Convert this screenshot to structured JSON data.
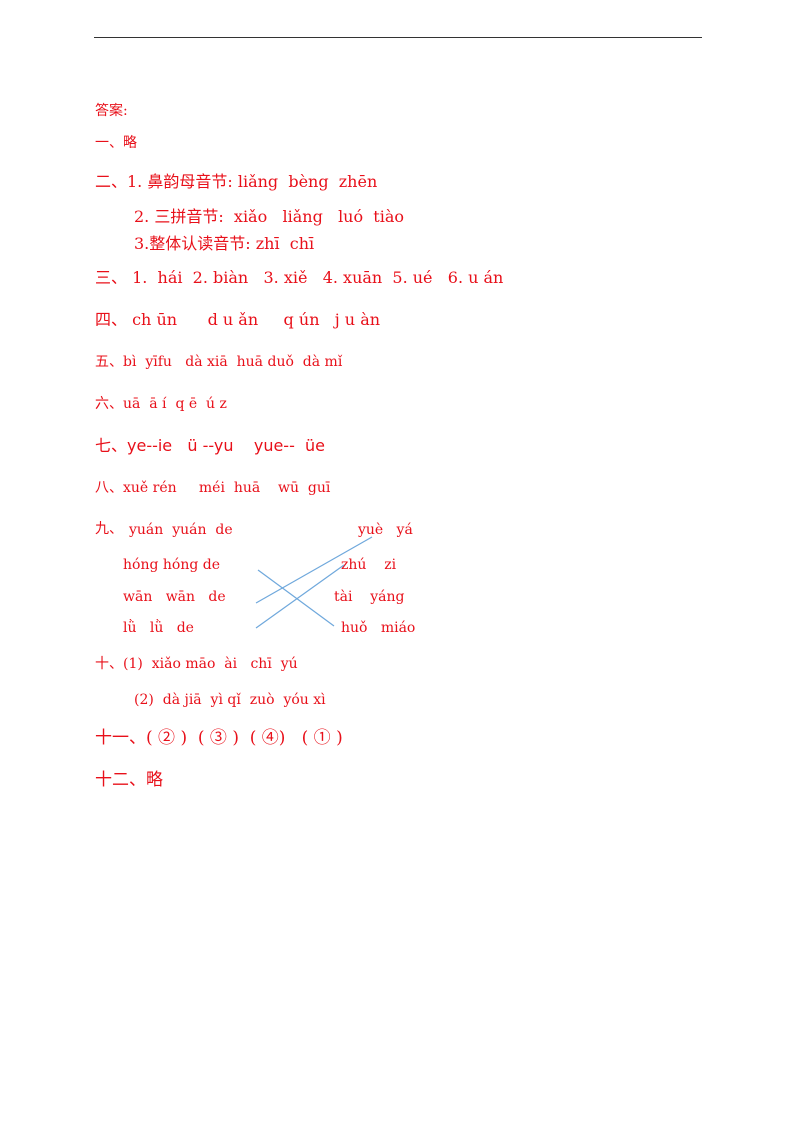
{
  "header": {
    "answer_label": "答案:"
  },
  "answers": {
    "q1": "一、略",
    "q2": {
      "line1": "二、1. 鼻韵母音节: liǎng  bèng  zhēn",
      "line2": "2. 三拼音节:  xiǎo   liǎng   luó  tiào",
      "line3": "3.整体认读音节: zhī  chī"
    },
    "q3": "三、 1.  hái  2. biàn   3. xiě   4. xuān  5. ué   6. u án",
    "q4": "四、 ch ūn      d u ǎn     q ún   j u àn",
    "q5": "五、bì  yīfu   dà xiā  huā duǒ  dà mǐ",
    "q6": "六、uā  ā í  q ē  ú z",
    "q7": "七、ye--ie   ü --yu    yue--  üe",
    "q8": "八、xuě rén     méi  huā    wū  guī",
    "q9": {
      "label": "九、",
      "left": [
        "yuán  yuán  de",
        "hóng hóng de",
        "wān   wān   de",
        "lǜ   lǜ   de"
      ],
      "right": [
        "yuè   yá",
        "zhú    zi",
        "tài    yáng",
        "huǒ   miáo"
      ]
    },
    "q10": {
      "line1": "十、(1)  xiǎo māo  ài   chī  yú",
      "line2": "(2)  dà jiā  yì qǐ  zuò  yóu xì"
    },
    "q11": "十一、( ② )  ( ③ )  ( ④)   ( ① )",
    "q12": "十二、略"
  },
  "colors": {
    "text": "#e8101a",
    "connector": "#6fa8dc",
    "rule": "#333333"
  }
}
